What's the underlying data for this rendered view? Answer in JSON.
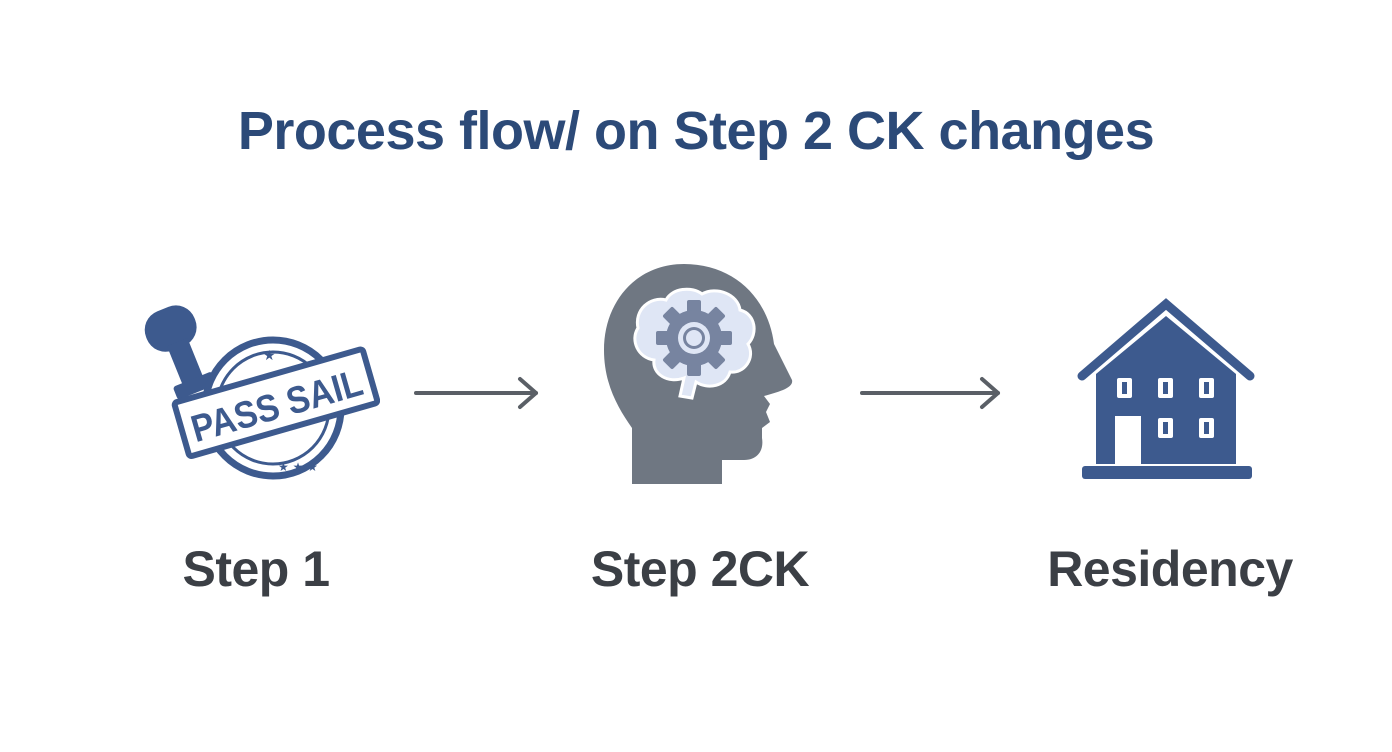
{
  "title": "Process flow/ on Step 2 CK changes",
  "steps": [
    {
      "label": "Step 1",
      "icon": "pass-fail-stamp-icon",
      "stamp_text": "PASS SAIL"
    },
    {
      "label": "Step 2CK",
      "icon": "brain-gear-head-icon"
    },
    {
      "label": "Residency",
      "icon": "house-icon"
    }
  ],
  "colors": {
    "title": "#2c4a78",
    "label": "#3b3f45",
    "primary": "#3d5a8e",
    "gray": "#6f7782",
    "light_blue": "#b9c6e4",
    "arrow": "#5a5f66"
  }
}
